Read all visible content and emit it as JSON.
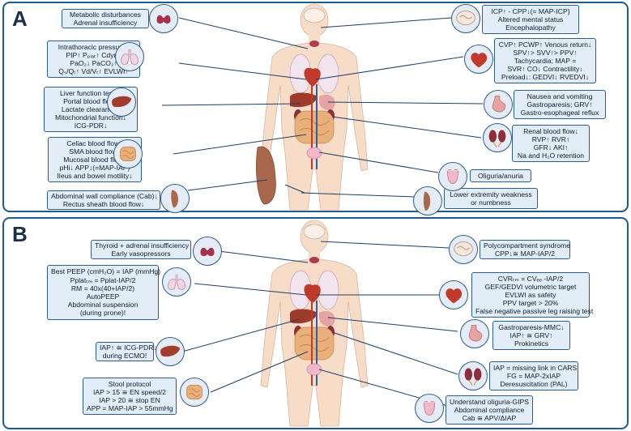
{
  "panels": [
    {
      "letter": "A",
      "left_boxes": [
        {
          "lines": [
            "Metabolic disturbances",
            "Adrenal insufficiency"
          ]
        },
        {
          "lines": [
            "Intrathoracic pressure↑",
            "PIP↑ Pₚₗₐₜ↑ Cdyn↓",
            "PaO₂↓ PaCO₂↑",
            "Qₛ/Qₜ↑ Vd/Vₜ↑ EVLWI↑"
          ]
        },
        {
          "lines": [
            "Liver function tests↑",
            "Portal blood flow↓",
            "Lactate clearance↓",
            "Mitochondrial function↓",
            "ICG-PDR↓"
          ]
        },
        {
          "lines": [
            "Celiac blood flow↓",
            "SMA blood flow↓",
            "Mucosal blood flow↓",
            "pHi↓ APP↓(=MAP-IAP)",
            "Ileus and bowel motility↓"
          ]
        },
        {
          "lines": [
            "Abdominal wall compliance (Cab)↓",
            "Rectus sheath blood flow↓"
          ]
        }
      ],
      "right_boxes": [
        {
          "lines": [
            "ICP↑ - CPP↓(= MAP-ICP)",
            "Altered mental status",
            "Encephalopathy"
          ]
        },
        {
          "lines": [
            "CVP↑ PCWP↑ Venous return↓",
            "SPV↑> SVV↑> PPV↑",
            "Tachycardia; MAP =",
            "SVR↑ CO↓ Contractility↓",
            "Preload↓: GEDVI↓ RVEDVI↓"
          ]
        },
        {
          "lines": [
            "Nausea and vomiting",
            "Gastroparesis; GRV↑",
            "Gastro-esophageal reflux"
          ]
        },
        {
          "lines": [
            "Renal blood flow↓",
            "RVP↑ RVR↑",
            "GFR↓ AKI↑",
            "Na and H₂O retention"
          ]
        },
        {
          "lines": [
            "Oliguria/anuria"
          ]
        },
        {
          "lines": [
            "Lower extremity weakness",
            "or numbness"
          ]
        }
      ]
    },
    {
      "letter": "B",
      "left_boxes": [
        {
          "lines": [
            "Thyroid + adrenal insufficiency",
            "Early vasopressors"
          ]
        },
        {
          "lines": [
            "Best PEEP (cmH₂O) = IAP (mmHg)",
            "Pplatₜₘ = Pplat-IAP/2",
            "RM = 40x(40+IAP/2)",
            "AutoPEEP",
            "Abdominal suspension",
            "(during prone)!"
          ]
        },
        {
          "lines": [
            "IAP↑ ≅ ICG-PDR↓",
            "during ECMO!"
          ]
        },
        {
          "lines": [
            "Stool protocol",
            "IAP > 15 ≅ EN speed/2",
            "IAP > 20 ≅ stop EN",
            "APP = MAP-IAP > 55mmHg"
          ]
        }
      ],
      "right_boxes": [
        {
          "lines": [
            "Polycompartment syndrome",
            "CPP↓≅ MAP-IAP/2"
          ]
        },
        {
          "lines": [
            "CVRₜₘ = CVₑₑ -IAP/2",
            "GEF/GEDVI volumetric target",
            "EVLWI as safety",
            "PPV target > 20%",
            "False negative passive leg raising test"
          ]
        },
        {
          "lines": [
            "Gastroparesis-MMC↓",
            "IAP↑ ≅ GRV↑",
            "Prokinetics"
          ]
        },
        {
          "lines": [
            "IAP = missing link in CARS",
            "FG = MAP-2xIAP",
            "Deresuscitation (PAL)"
          ]
        },
        {
          "lines": [
            "Understand oliguria-GIPS",
            "Abdominal compliance",
            "Cab ≅ APV/ΔIAP"
          ]
        }
      ]
    }
  ],
  "icons": [
    "thyroid-icon",
    "lungs-icon",
    "liver-icon",
    "intestine-icon",
    "muscle-icon",
    "brain-icon",
    "heart-icon",
    "stomach-icon",
    "kidneys-icon",
    "bladder-icon",
    "leg-icon"
  ],
  "colors": {
    "frame": "#1f5b8a",
    "box_fill": "#e3edf8",
    "body_skin": "#f7dcc8",
    "organ_red": "#c0392b"
  }
}
